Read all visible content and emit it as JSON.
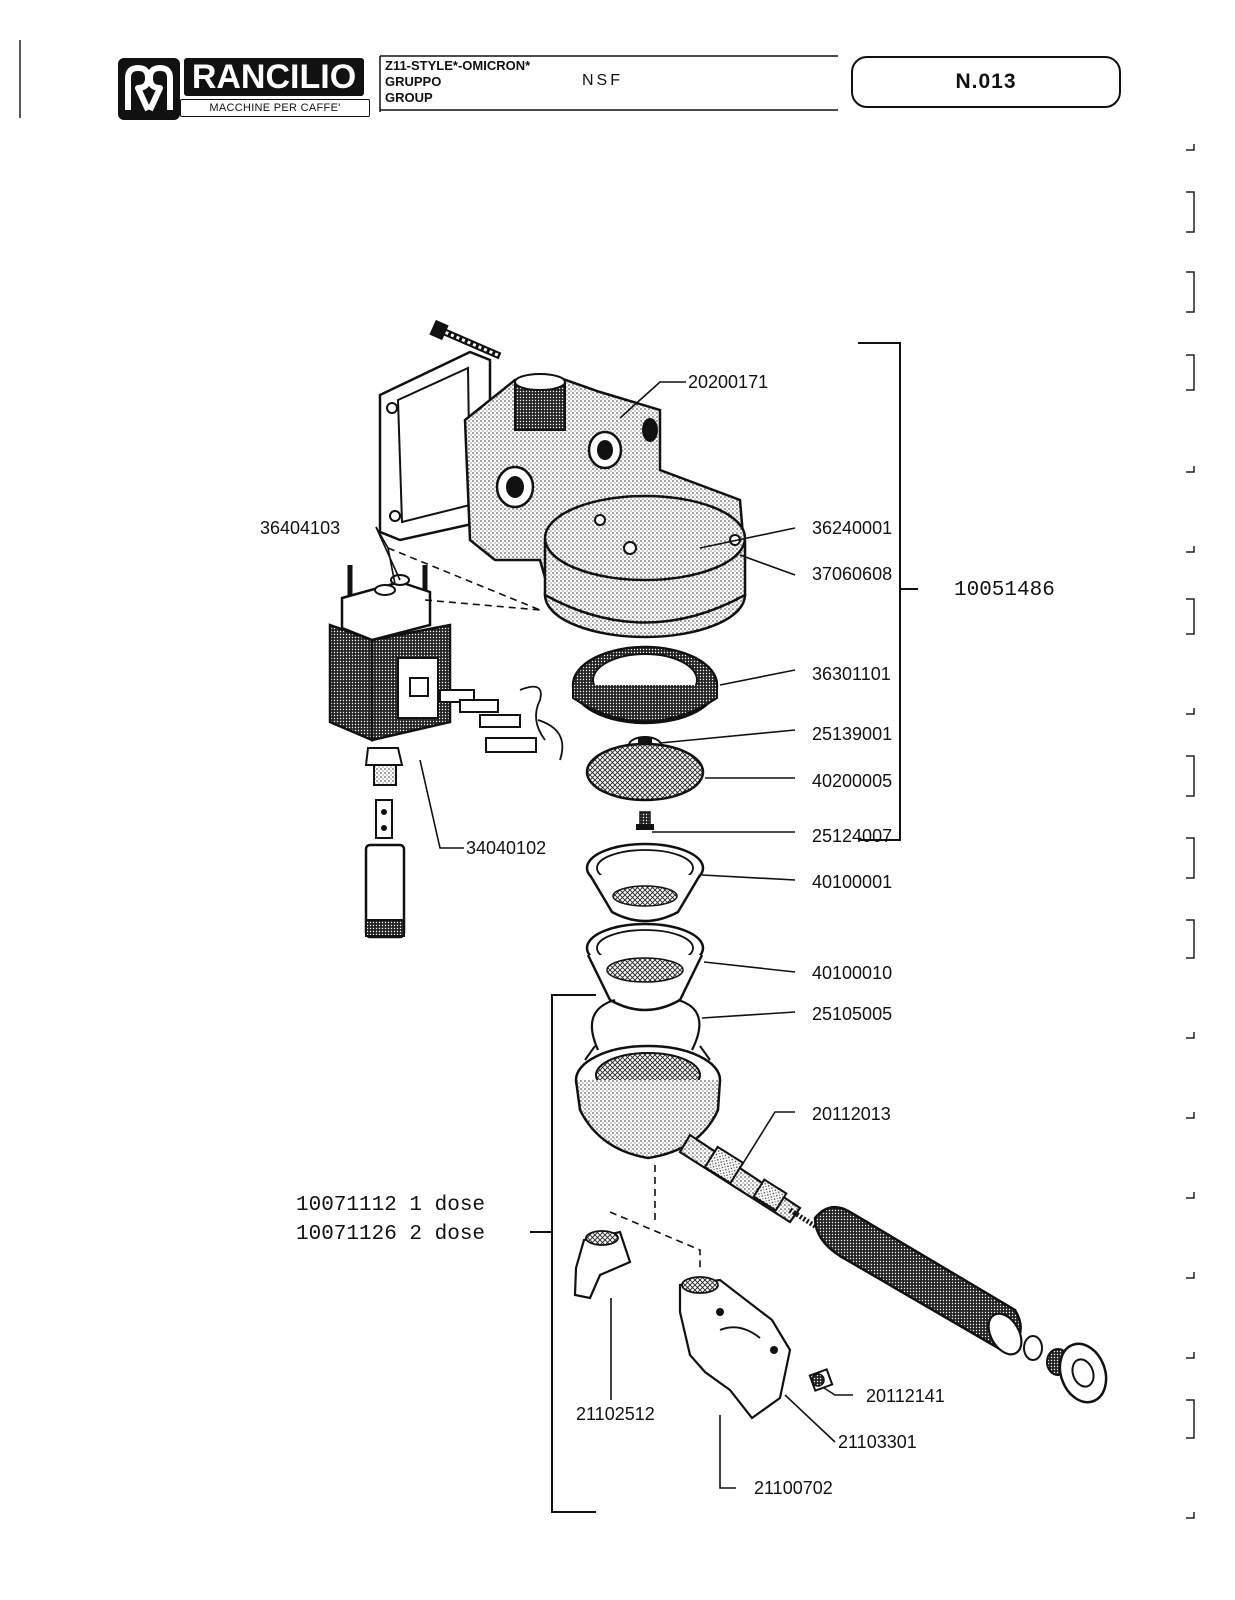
{
  "header": {
    "brand_name": "RANCILIO",
    "brand_tagline": "MACCHINE PER CAFFE'",
    "model_line": "Z11-STYLE*-OMICRON*",
    "label_it": "GRUPPO",
    "label_en": "GROUP",
    "certification": "NSF",
    "sheet_number": "N.013"
  },
  "diagram": {
    "assembly_label": "10051486",
    "portafilter_codes": [
      "10071112 1 dose",
      "10071126 2 dose"
    ],
    "parts": {
      "head": "20200171",
      "bolt": "36404103",
      "gasket_plate": "36240001",
      "screw": "37060608",
      "group_gasket": "36301101",
      "screen_holder": "25139001",
      "shower_screen": "40200005",
      "screen_screw": "25124007",
      "valve": "34040102",
      "filter_1dose": "40100001",
      "filter_2dose": "40100010",
      "spring": "25105005",
      "portafilter": "20112013",
      "spout_single": "21102512",
      "knob_screw": "20112141",
      "spout_cover": "21103301",
      "spout_double": "21100702"
    }
  }
}
